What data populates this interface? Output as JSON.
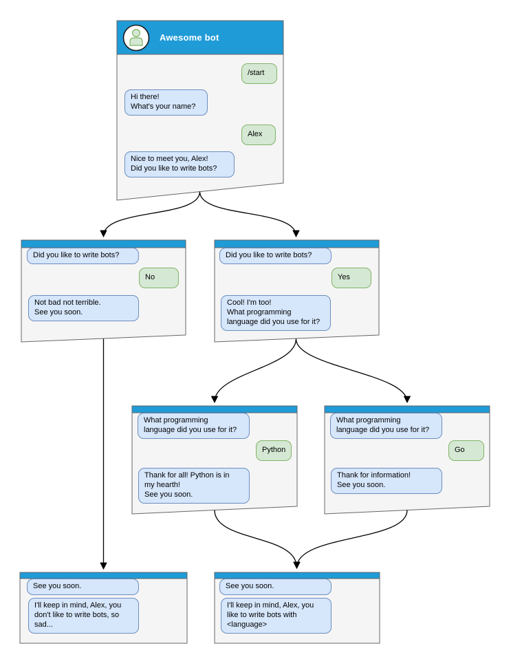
{
  "colors": {
    "header_blue": "#1f9bd7",
    "window_fill": "#f5f5f5",
    "window_border": "#666666",
    "bot_bubble_fill": "#d6e6fb",
    "bot_bubble_border": "#6c8ebf",
    "user_bubble_fill": "#d5e8d4",
    "user_bubble_border": "#82b366",
    "arrow": "#000000"
  },
  "nodes": {
    "root": {
      "title": "Awesome bot",
      "avatar": "person-icon",
      "messages": {
        "start": "/start",
        "greeting": "Hi there!\nWhat's your name?",
        "name_answer": "Alex",
        "ask_write_bots": "Nice to meet you, Alex!\nDid you like to write bots?"
      }
    },
    "no_branch": {
      "question": "Did you like to write bots?",
      "answer": "No",
      "reply": "Not bad not terrible.\nSee you soon."
    },
    "yes_branch": {
      "question": "Did you like to write bots?",
      "answer": "Yes",
      "reply": "Cool! I'm too!\nWhat programming\nlanguage did you use for it?"
    },
    "python_branch": {
      "question": "What programming\nlanguage did you use for it?",
      "answer": "Python",
      "reply": "Thank for all! Python is in\nmy hearth!\nSee you soon."
    },
    "go_branch": {
      "question": "What programming\nlanguage did you use for it?",
      "answer": "Go",
      "reply": "Thank for information!\nSee you soon."
    },
    "end_no": {
      "question": "See you soon.",
      "reply": "I'll keep in mind, Alex, you\ndon't like to write bots, so\nsad..."
    },
    "end_yes": {
      "question": "See you soon.",
      "reply": "I'll keep in mind, Alex, you\nlike to write bots with\n<language>"
    }
  }
}
